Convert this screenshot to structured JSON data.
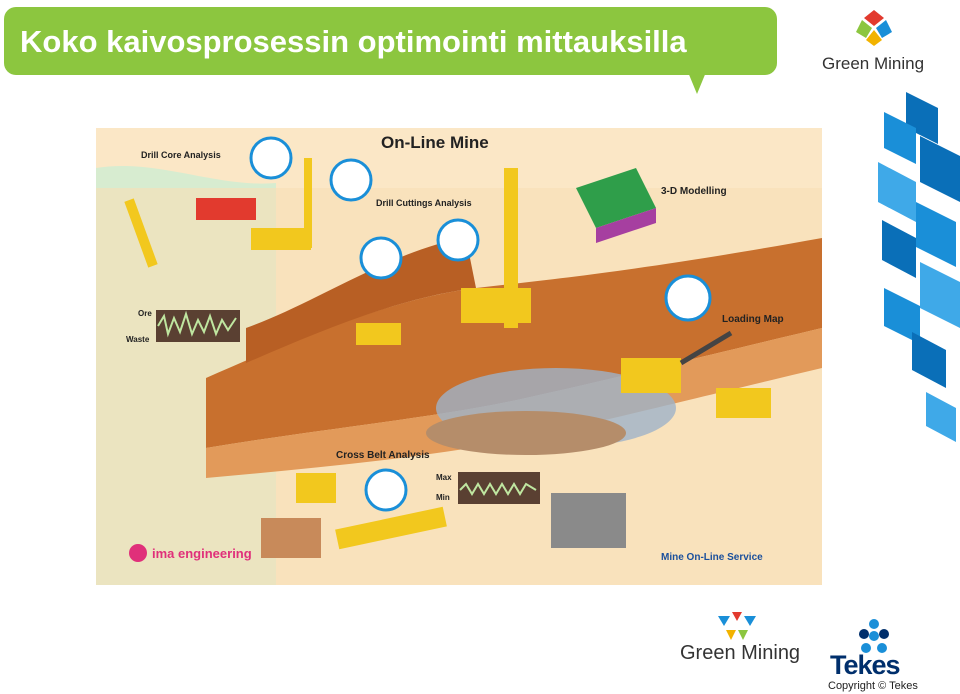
{
  "title": "Koko kaivosprosessin optimointi mittauksilla",
  "logos": {
    "green_mining_top": "Green Mining",
    "green_mining_bottom": "Green Mining",
    "tekes": "Tekes",
    "copyright": "Copyright © Tekes"
  },
  "diagram": {
    "heading": "On-Line Mine",
    "labels": {
      "drill_core": "Drill Core Analysis",
      "drill_cuttings": "Drill Cuttings Analysis",
      "modelling": "3-D Modelling",
      "ore": "Ore",
      "waste": "Waste",
      "loading_map": "Loading Map",
      "cross_belt": "Cross Belt Analysis",
      "max": "Max",
      "min": "Min",
      "ima": "ima engineering",
      "service": "Mine On-Line Service"
    }
  },
  "colors": {
    "title_bg": "#8cc63f",
    "diagram_bg": "#fbe7c6",
    "accent_blue": "#1a8fd8",
    "rock": "#c8702e",
    "machine_yellow": "#f2c81e"
  }
}
